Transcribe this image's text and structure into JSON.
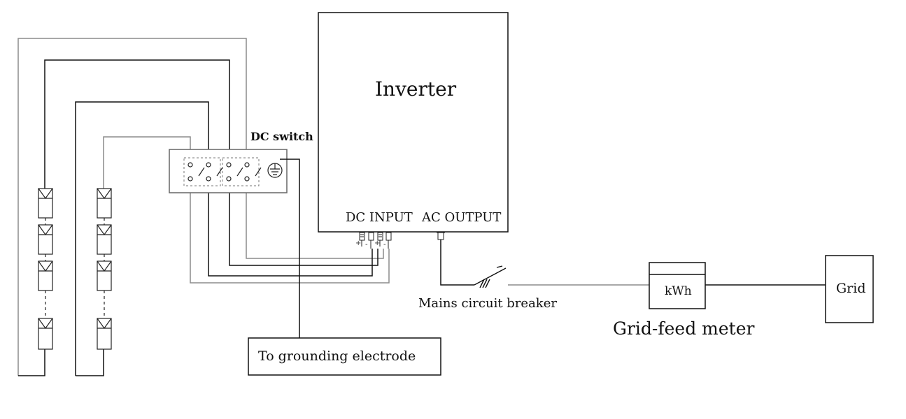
{
  "labels": {
    "inverter": "Inverter",
    "dc_switch": "DC switch",
    "dc_input": "DC INPUT",
    "ac_output": "AC OUTPUT",
    "mains_breaker": "Mains circuit breaker",
    "meter_unit": "kWh",
    "meter_name": "Grid-feed meter",
    "grid": "Grid",
    "grounding": "To grounding electrode",
    "plus": "+",
    "minus": "-"
  },
  "colors": {
    "black_wire": "#111111",
    "grey_wire": "#8c8c8c",
    "background": "#ffffff"
  },
  "icons": {
    "pv_module": "pv-panel-icon",
    "switch": "dc-switch-icon",
    "ground": "ground-icon",
    "breaker": "circuit-breaker-icon",
    "connector": "mc4-connector-icon"
  }
}
